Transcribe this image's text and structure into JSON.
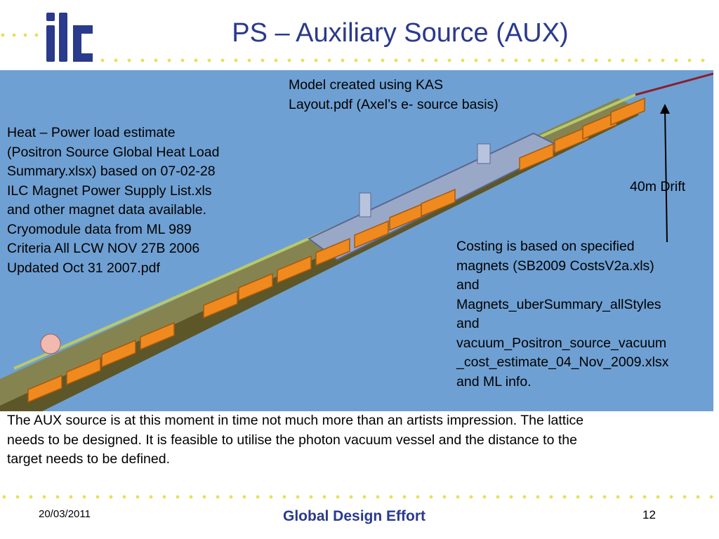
{
  "header": {
    "title": "PS – Auxiliary Source (AUX)",
    "logo_text": "ilc",
    "accent_color": "#2a3a8c",
    "dot_color": "#e8e05a"
  },
  "figure": {
    "background_color": "#6fa0d3",
    "magnet_color": "#f08a1e",
    "rail_color": "#8a7f3a"
  },
  "annotations": {
    "model_note": "Model created using KAS\nLayout.pdf (Axel’s e- source basis)",
    "heat_note": "Heat – Power load estimate\n(Positron Source Global Heat Load\nSummary.xlsx) based on 07-02-28\nILC Magnet Power Supply List.xls\nand other magnet data available.\nCryomodule data from ML 989\nCriteria All LCW NOV 27B 2006\nUpdated Oct 31 2007.pdf",
    "drift_label": "40m Drift",
    "costing_note": "Costing is based on specified\nmagnets (SB2009 CostsV2a.xls)\nand\nMagnets_uberSummary_allStyles\nand\nvacuum_Positron_source_vacuum\n_cost_estimate_04_Nov_2009.xlsx\nand ML info."
  },
  "body": {
    "aux_note": "The AUX source is at this moment in time not much more than an artists impression. The lattice\nneeds to be designed. It is feasible to utilise the photon vacuum vessel and the distance to the\ntarget needs to be defined."
  },
  "footer": {
    "date": "20/03/2011",
    "center": "Global Design Effort",
    "page": "12"
  }
}
